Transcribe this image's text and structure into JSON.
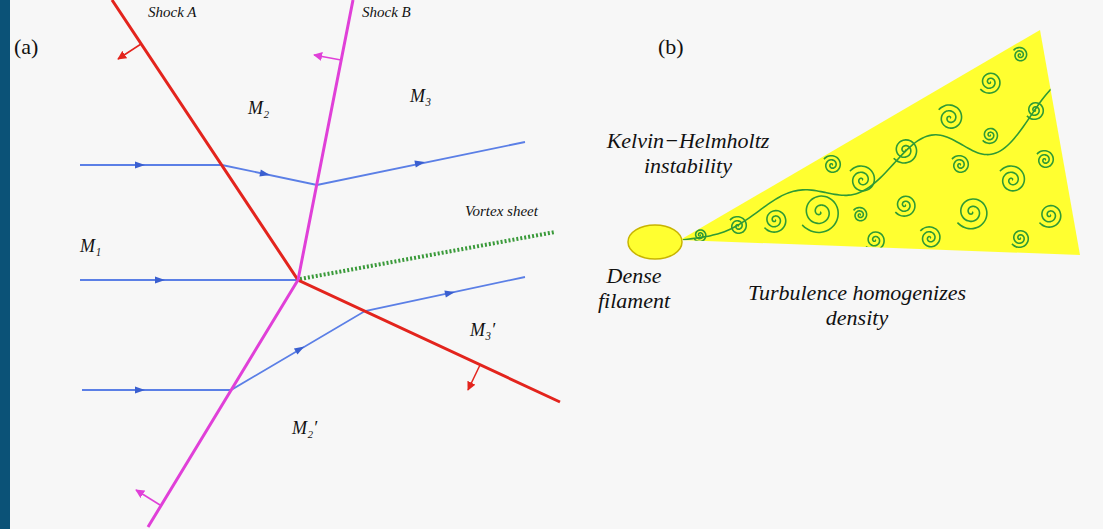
{
  "diagram": {
    "labels": [
      "(a)",
      "Shock A",
      "Shock B",
      "M₂",
      "M₃",
      "M₁",
      "Vortex sheet",
      "M₃′",
      "M₂′",
      "(b)",
      "Kelvin−Helmholtz instability",
      "Dense filament",
      "Turbulence homogenizes density"
    ]
  }
}
